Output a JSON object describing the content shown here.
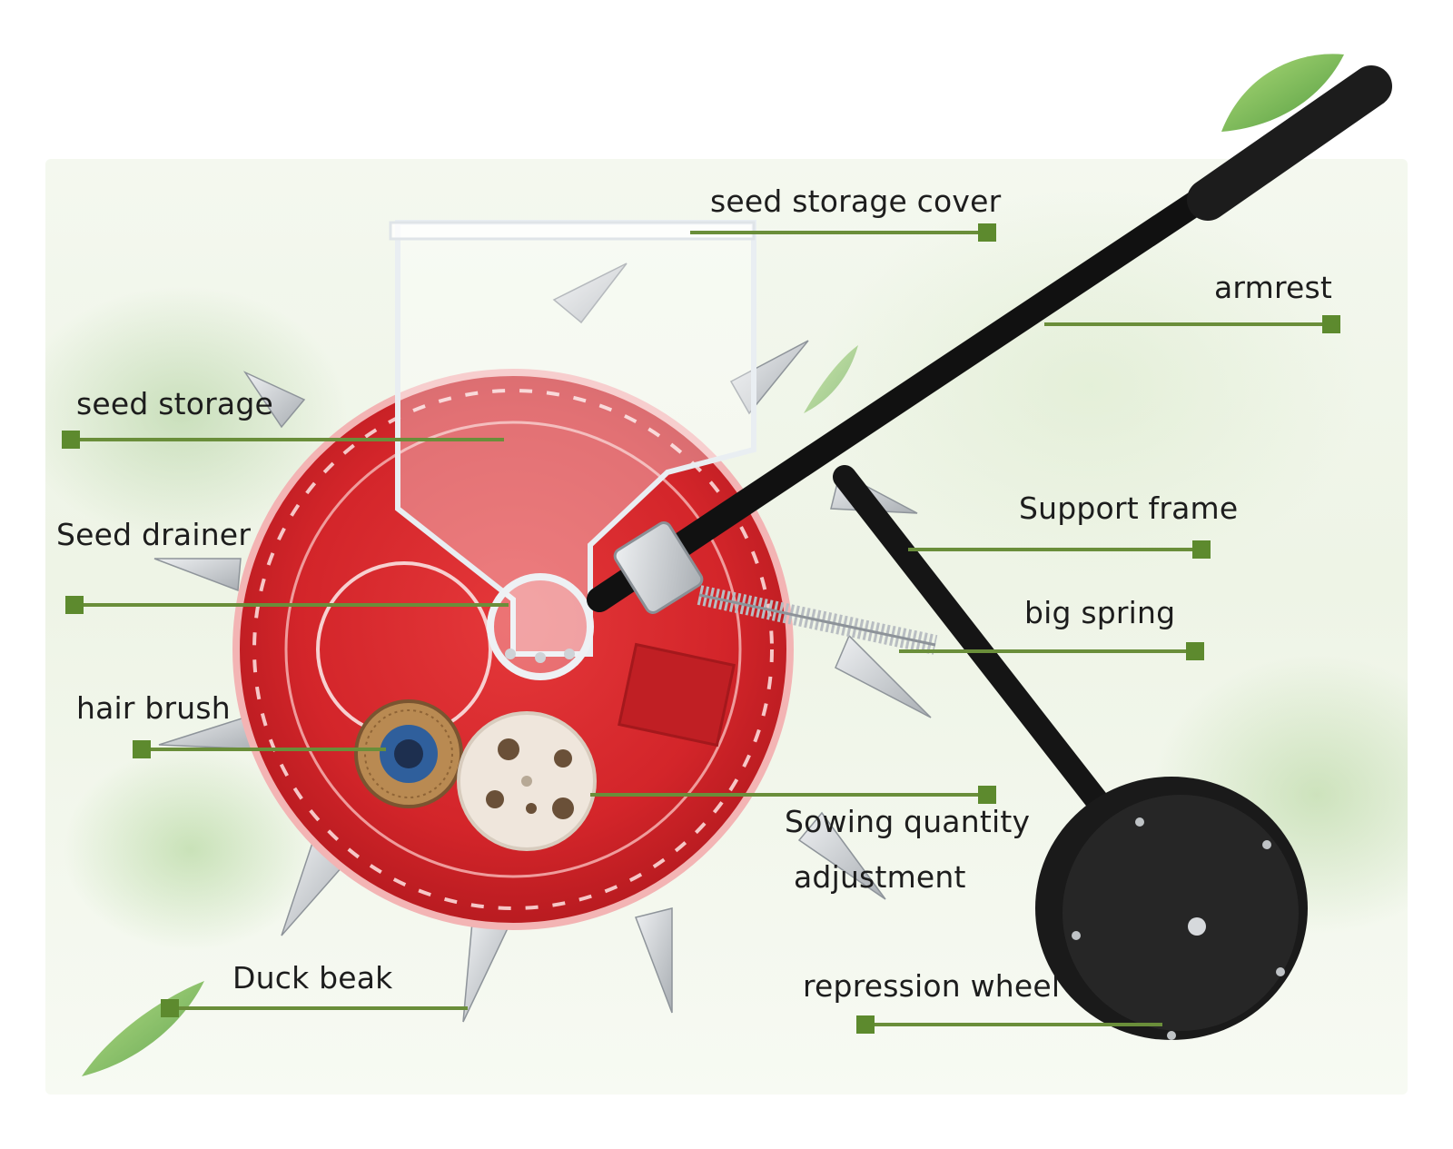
{
  "colors": {
    "leader_line": "#6a8e3a",
    "marker": "#5d8a2e",
    "drum_red": "#d8262a",
    "frame_black": "#151515",
    "steel": "#c8ccd0"
  },
  "labels": {
    "seed_storage_cover": "seed storage cover",
    "armrest": "armrest",
    "seed_storage": "seed storage",
    "support_frame": "Support frame",
    "seed_drainer": "Seed drainer",
    "big_spring": "big spring",
    "hair_brush": "hair brush",
    "sowing_quantity_line1": "Sowing quantity",
    "sowing_quantity_line2": "adjustment",
    "duck_beak": "Duck beak",
    "repression_wheel": "repression wheel"
  },
  "icons": [
    "leaf-icon",
    "marker-square-icon"
  ]
}
